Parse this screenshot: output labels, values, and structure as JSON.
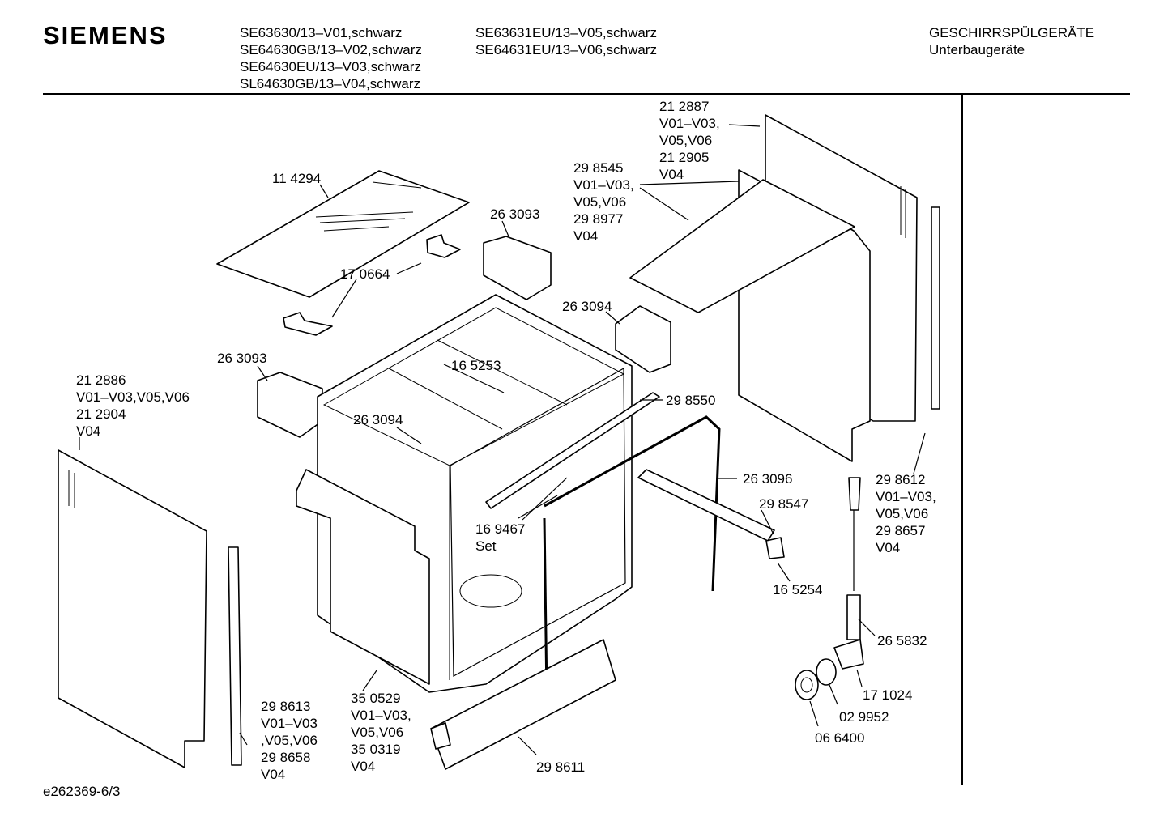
{
  "header": {
    "brand": "SIEMENS",
    "models_col1": [
      "SE63630/13–V01,schwarz",
      "SE64630GB/13–V02,schwarz",
      "SE64630EU/13–V03,schwarz",
      "SL64630GB/13–V04,schwarz"
    ],
    "models_col2": [
      "SE63631EU/13–V05,schwarz",
      "SE64631EU/13–V06,schwarz"
    ],
    "category": "GESCHIRRSPÜLGERÄTE",
    "subcategory": "Unterbaugeräte"
  },
  "callouts": {
    "c1": [
      "11 4294"
    ],
    "c2": [
      "26 3093"
    ],
    "c3": [
      "17 0664"
    ],
    "c4": [
      "26 3094"
    ],
    "c5": [
      "26 3093"
    ],
    "c6": [
      "16 5253"
    ],
    "c7": [
      "26 3094"
    ],
    "c8": [
      "21 2886",
      "V01–V03,V05,V06",
      "21 2904",
      "V04"
    ],
    "c9": [
      "21 2887",
      "V01–V03,",
      "V05,V06",
      "21 2905",
      "V04"
    ],
    "c10": [
      "29 8545",
      "V01–V03,",
      "V05,V06",
      "29 8977",
      "V04"
    ],
    "c11": [
      "29 8550"
    ],
    "c12": [
      "26 3096"
    ],
    "c13": [
      "29 8547"
    ],
    "c14": [
      "16 9467",
      "Set"
    ],
    "c15": [
      "16 5254"
    ],
    "c16": [
      "29 8612",
      "V01–V03,",
      "V05,V06",
      "29 8657",
      "V04"
    ],
    "c17": [
      "26 5832"
    ],
    "c18": [
      "17 1024"
    ],
    "c19": [
      "02 9952"
    ],
    "c20": [
      "06 6400"
    ],
    "c21": [
      "29 8613",
      "V01–V03",
      ",V05,V06",
      "29 8658",
      "V04"
    ],
    "c22": [
      "35 0529",
      "V01–V03,",
      "V05,V06",
      "35 0319",
      "V04"
    ],
    "c23": [
      "29 8611"
    ]
  },
  "footer": {
    "code": "e262369-6/3"
  }
}
